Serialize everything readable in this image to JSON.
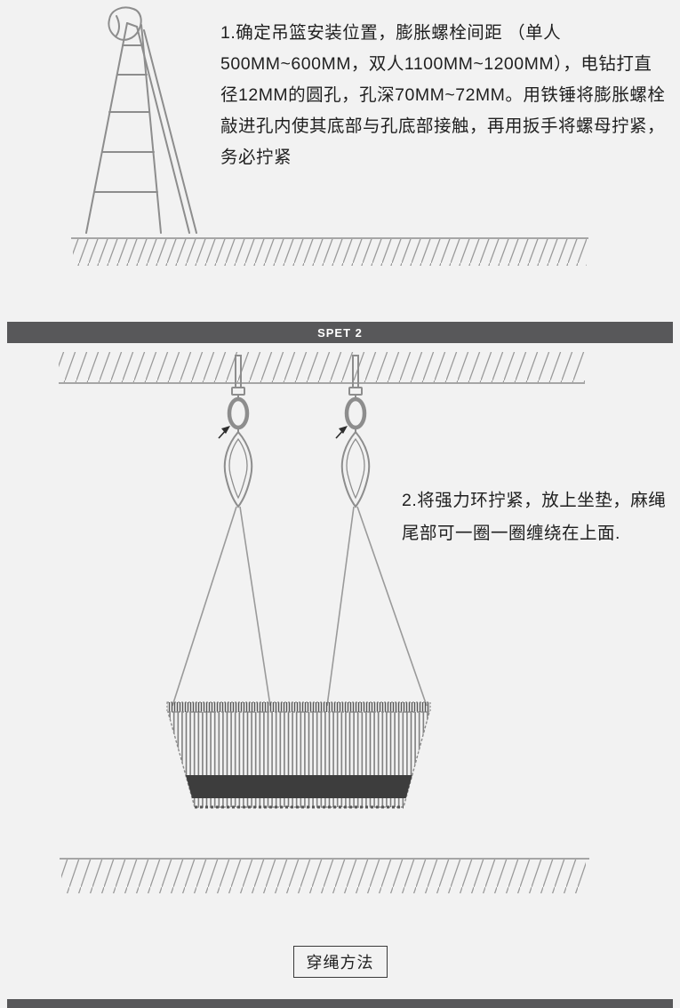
{
  "colors": {
    "background": "#f2f2f2",
    "banner": "#58585a",
    "text": "#1f1f1f",
    "line_art": "#8d8d8d"
  },
  "step1": {
    "text": "1.确定吊篮安装位置，膨胀螺栓间距 （单人500MM~600MM，双人1100MM~1200MM），电钻打直径12MM的圆孔，孔深70MM~72MM。用铁锤将膨胀螺栓敲进孔内使其底部与孔底部接触，再用扳手将螺母拧紧，务必拧紧"
  },
  "banner": {
    "label": "SPET 2"
  },
  "step2": {
    "text": "2.将强力环拧紧，放上坐垫，麻绳尾部可一圈一圈缠绕在上面."
  },
  "footer": {
    "label": "穿绳方法"
  },
  "illustrations": {
    "step1": "ladder-standing-on-hatched-floor",
    "step2": "two-ceiling-anchors-with-rings-ropes-and-hanging-basket-seat",
    "floor": "hatched-ground-line"
  }
}
